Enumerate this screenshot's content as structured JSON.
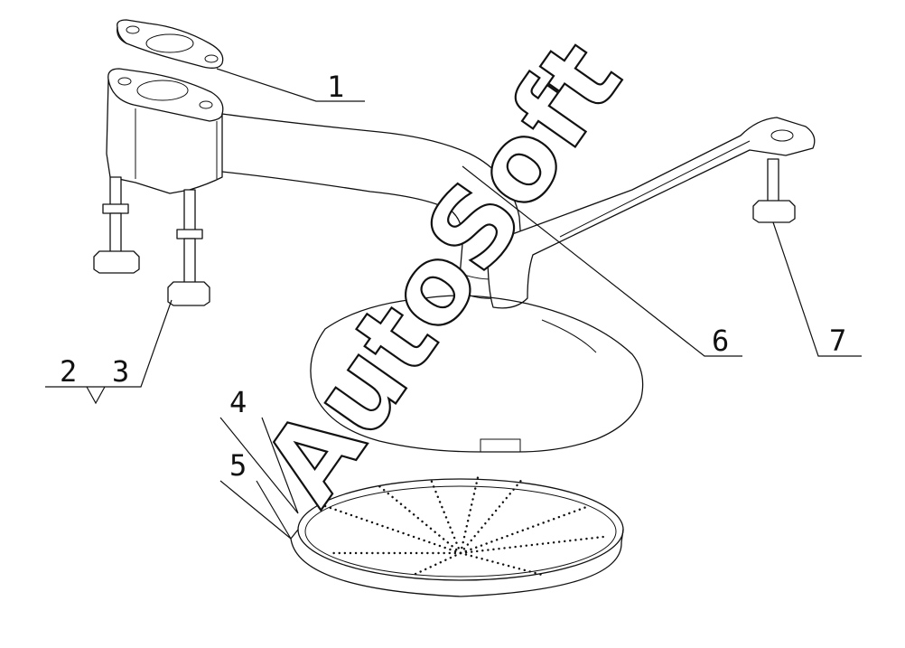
{
  "drawing": {
    "callouts": [
      {
        "id": "c1",
        "label": "1"
      },
      {
        "id": "c2",
        "label": "2"
      },
      {
        "id": "c3",
        "label": "3"
      },
      {
        "id": "c4",
        "label": "4"
      },
      {
        "id": "c5",
        "label": "5"
      },
      {
        "id": "c6",
        "label": "6"
      },
      {
        "id": "c7",
        "label": "7"
      }
    ],
    "watermark": "AutoSoft",
    "line_color": "#111111",
    "background": "#ffffff"
  }
}
